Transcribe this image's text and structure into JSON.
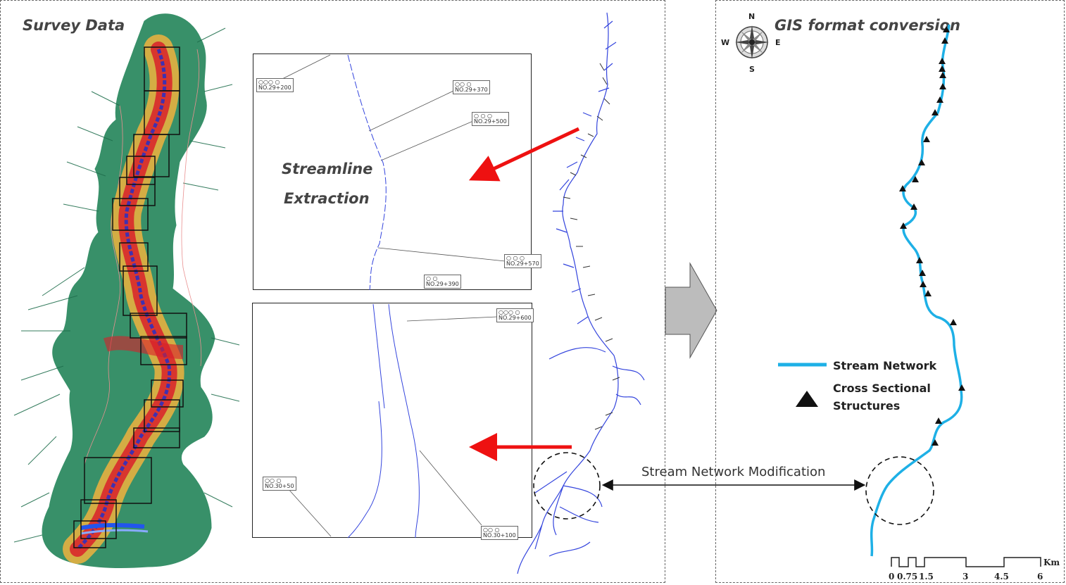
{
  "left_panel": {
    "title": "Survey Data"
  },
  "insets": {
    "top_label": "Streamline",
    "top_label2": "Extraction"
  },
  "mid_label": "Stream Network Modification",
  "right_panel": {
    "title": "GIS format conversion"
  },
  "compass": {
    "n": "N",
    "s": "S",
    "e": "E",
    "w": "W"
  },
  "legend": {
    "stream": "Stream Network",
    "cross1": "Cross Sectional",
    "cross2": "Structures"
  },
  "scale": {
    "unit": "Km",
    "ticks": [
      "0",
      "0.75",
      "1.5",
      "3",
      "4.5",
      "6"
    ]
  },
  "colors": {
    "stream": "#1eb0e6",
    "arrow": "#ee1111",
    "vegetation": "#2e8b62",
    "river_line": "#3344dd"
  }
}
